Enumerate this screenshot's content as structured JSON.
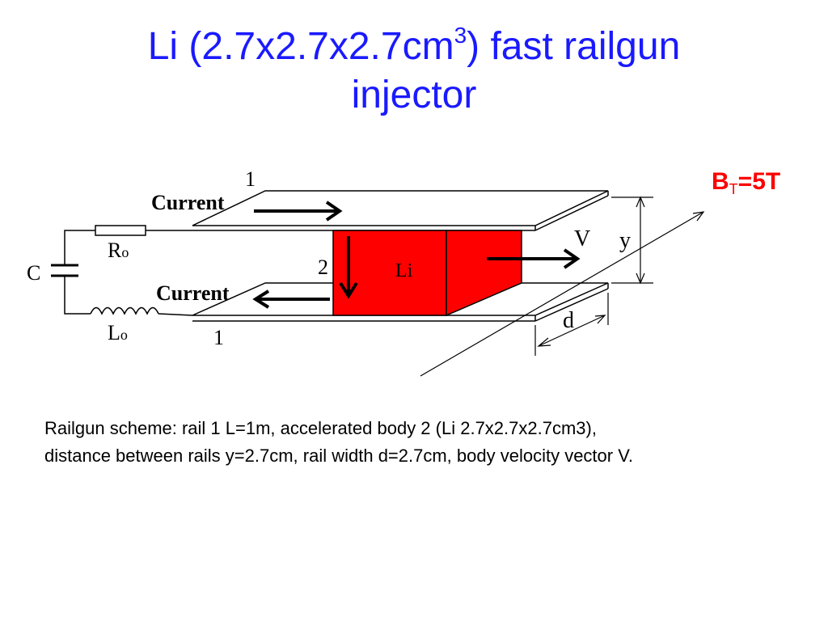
{
  "title": {
    "main": "Li (2.7x2.7x2.7cm",
    "superscript": "3",
    "rest_line1": ") fast railgun",
    "line2": "injector"
  },
  "field_label": {
    "symbol": "B",
    "subscript": "T",
    "value": "=5T"
  },
  "diagram": {
    "labels": {
      "capacitor": "C",
      "resistor": "R",
      "resistor_sub": "o",
      "inductor": "L",
      "inductor_sub": "o",
      "current_top": "Current",
      "current_bottom": "Current",
      "rail_top_number": "1",
      "rail_bottom_number": "1",
      "body_number": "2",
      "body_material": "Li",
      "velocity": "V",
      "gap": "y",
      "width": "d"
    },
    "colors": {
      "body_fill": "#ff0000",
      "line": "#000000"
    }
  },
  "caption": {
    "line1": "Railgun scheme: rail 1 L=1m, accelerated body 2  (Li 2.7x2.7x2.7cm3),",
    "line2": "distance between rails y=2.7cm, rail width d=2.7cm, body velocity vector V."
  }
}
